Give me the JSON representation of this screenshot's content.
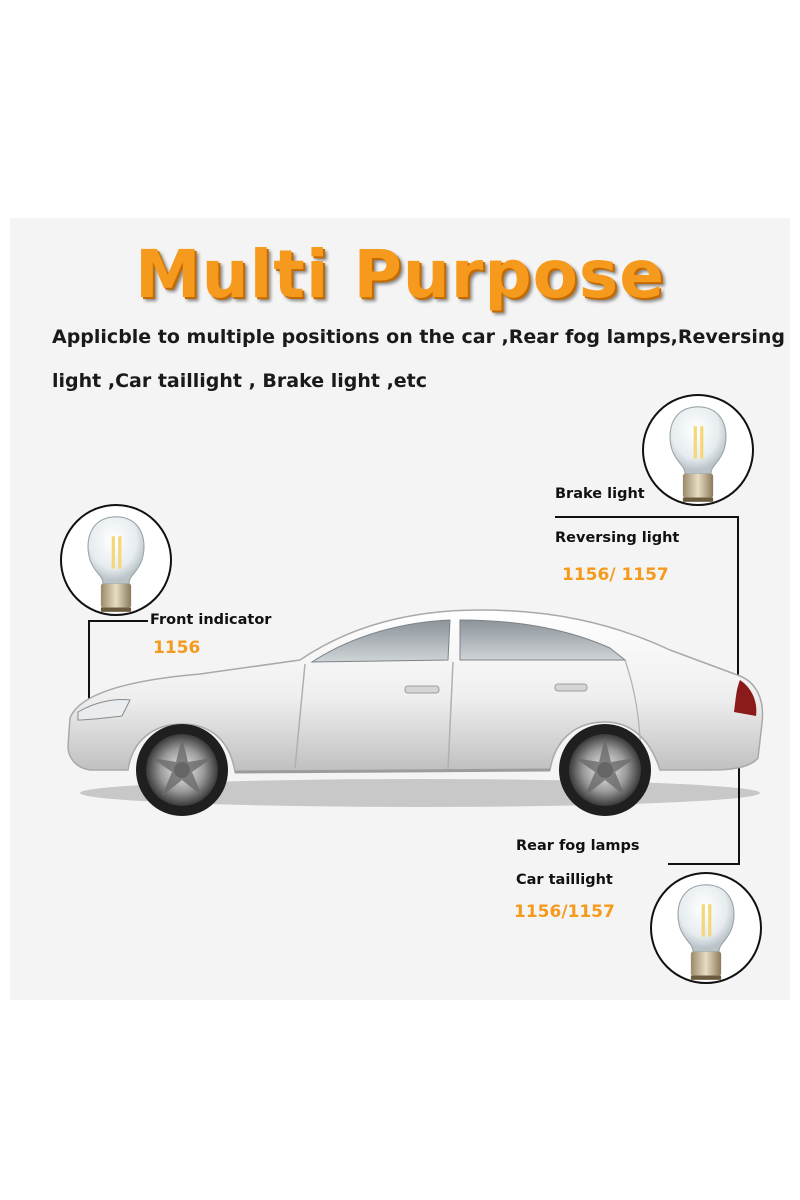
{
  "title": "Multi Purpose",
  "description": {
    "line1": "Applicble to multiple positions on the car ,Rear fog lamps,Reversing",
    "line2": "light ,Car taillight , Brake light ,etc"
  },
  "front": {
    "label": "Front indicator",
    "code": "1156"
  },
  "rear_top": {
    "label1": "Brake light",
    "label2": "Reversing light",
    "code": "1156/ 1157"
  },
  "rear_bottom": {
    "label1": "Rear fog lamps",
    "label2": "Car taillight",
    "code": "1156/1157"
  },
  "colors": {
    "accent": "#f59a1c",
    "text": "#1a1a1a",
    "panel": "#f4f4f4"
  },
  "icons": {
    "bulb": "led-filament-bulb-icon",
    "car": "white-sedan-car"
  }
}
